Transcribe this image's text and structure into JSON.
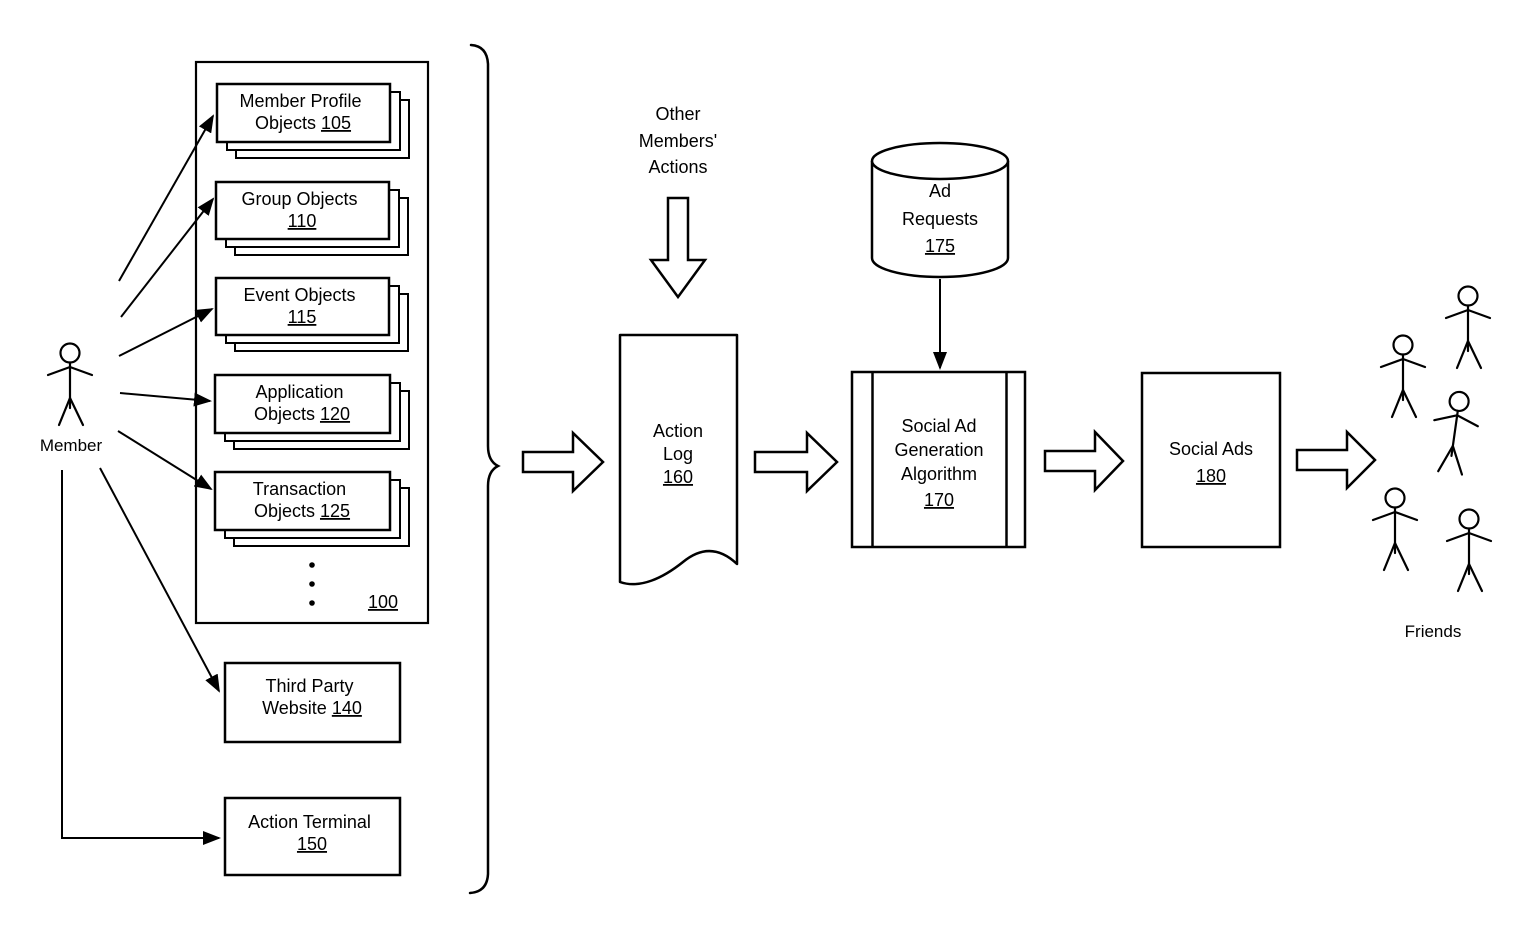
{
  "figure": {
    "kind": "patent-style social network advertising flow diagram",
    "colors": {
      "line": "#000000",
      "background": "#ffffff"
    }
  },
  "labels": {
    "member": "Member",
    "friends": "Friends",
    "other_actions_line1": "Other",
    "other_actions_line2": "Members'",
    "other_actions_line3": "Actions"
  },
  "nodes": {
    "member_profile": {
      "line1": "Member Profile",
      "line2_prefix": "Objects ",
      "ref": "105"
    },
    "group": {
      "line1": "Group Objects",
      "line2_prefix": "",
      "ref": "110"
    },
    "event": {
      "line1": "Event Objects",
      "line2_prefix": "",
      "ref": "115"
    },
    "application": {
      "line1": "Application",
      "line2_prefix": "Objects ",
      "ref": "120"
    },
    "transaction": {
      "line1": "Transaction",
      "line2_prefix": "Objects ",
      "ref": "125"
    },
    "object_store": {
      "ref": "100"
    },
    "third_party": {
      "line1": "Third Party",
      "line2_prefix": "Website ",
      "ref": "140"
    },
    "action_terminal": {
      "line1": "Action Terminal",
      "line2_prefix": "",
      "ref": "150"
    },
    "action_log": {
      "line1": "Action",
      "line2": "Log",
      "ref": "160"
    },
    "ad_requests": {
      "line1": "Ad",
      "line2": "Requests",
      "ref": "175"
    },
    "algorithm": {
      "line1": "Social Ad",
      "line2": "Generation",
      "line3": "Algorithm",
      "ref": "170"
    },
    "social_ads": {
      "line1": "Social Ads",
      "ref": "180"
    }
  }
}
